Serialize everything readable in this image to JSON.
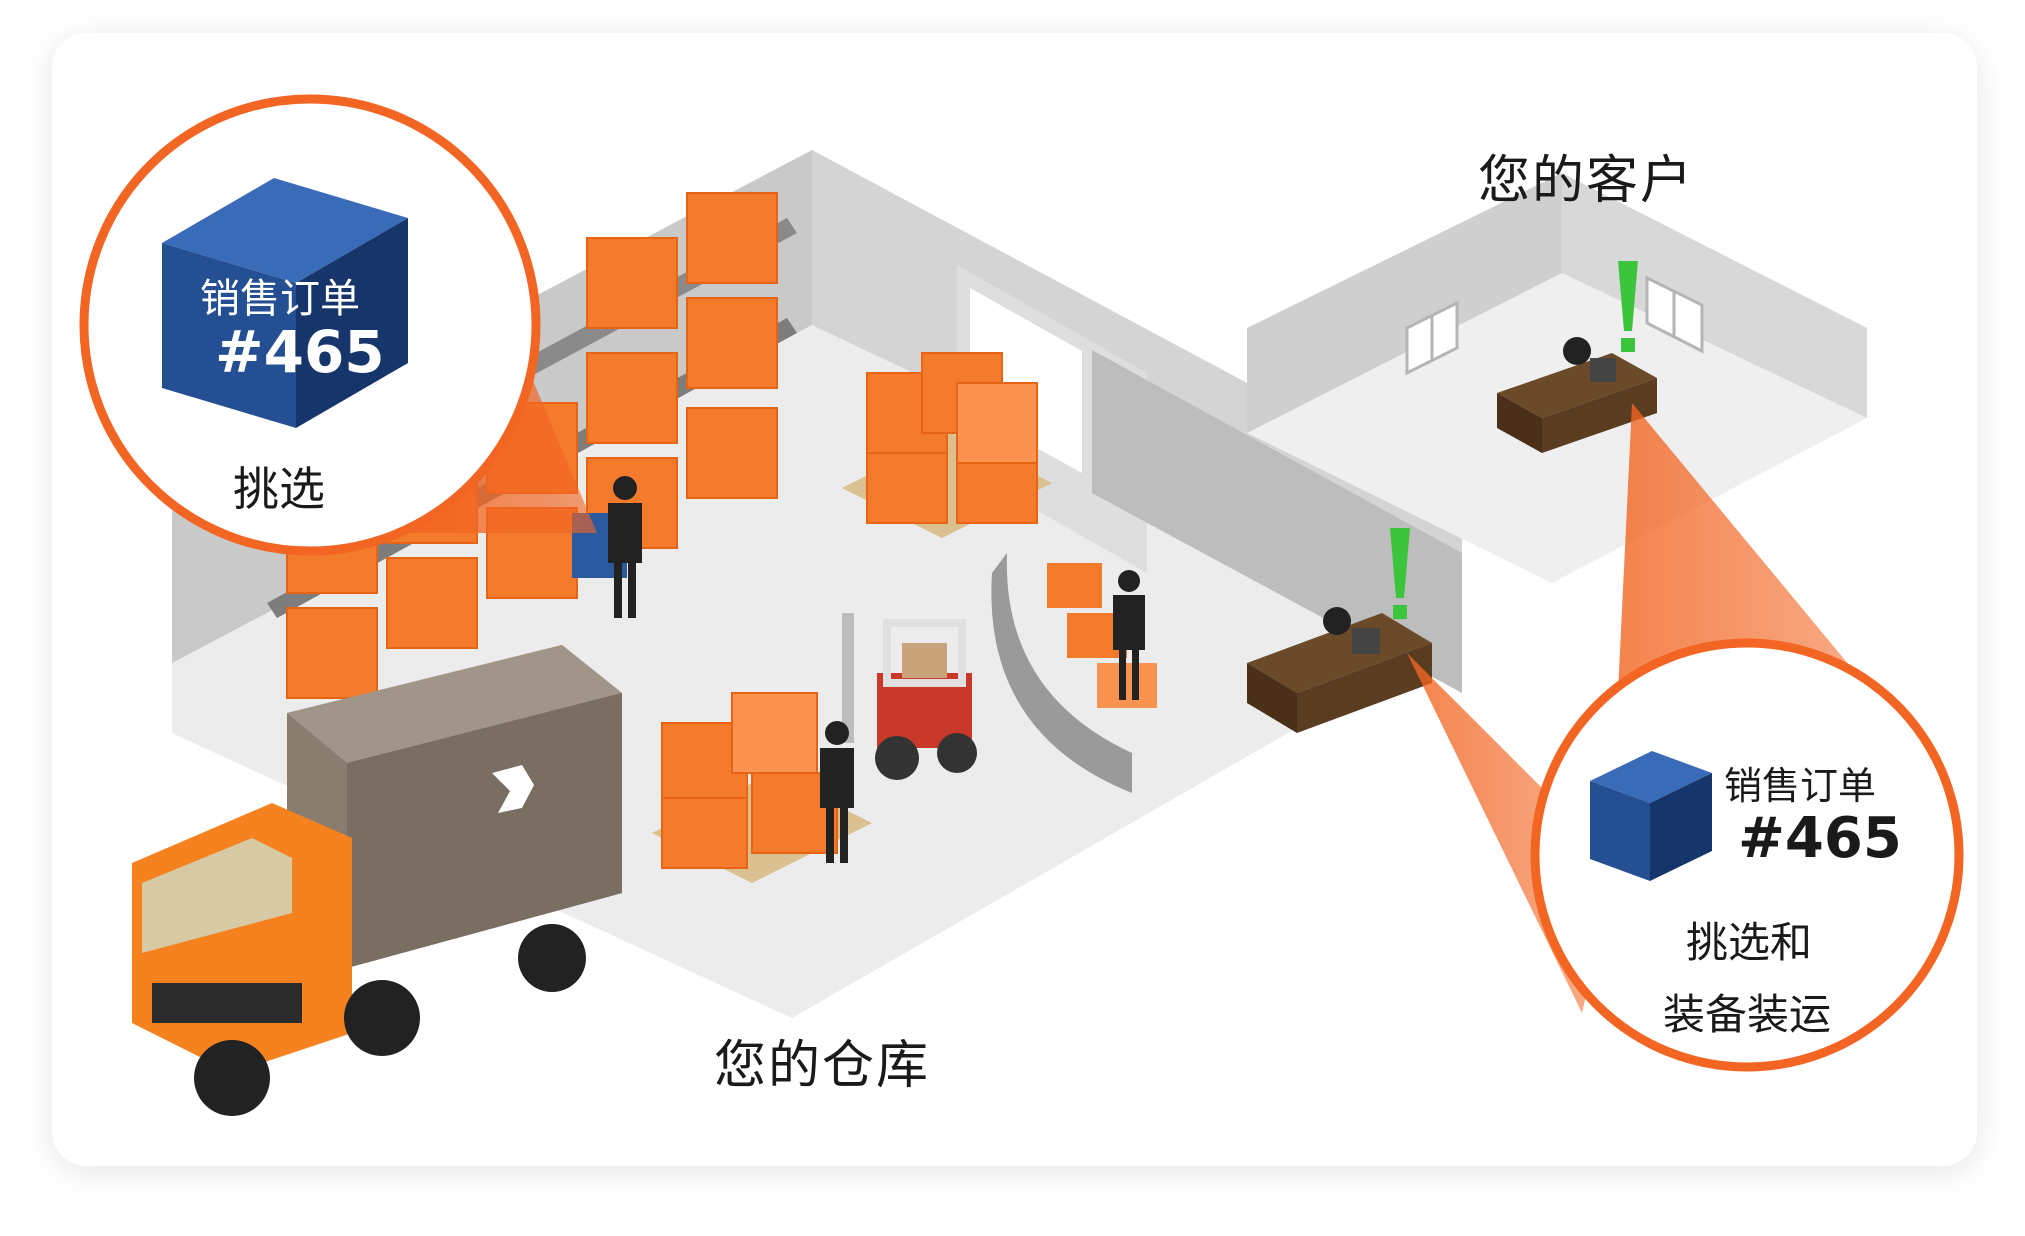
{
  "labels": {
    "warehouse": "您的仓库",
    "customer": "您的客户"
  },
  "callout_pick": {
    "title": "销售订单",
    "order_no": "#465",
    "action": "挑选"
  },
  "callout_ship": {
    "title": "销售订单",
    "order_no": "#465",
    "action_line1": "挑选和",
    "action_line2": "装备装运"
  },
  "colors": {
    "accent": "#f26522",
    "box_orange": "#f47a2c",
    "order_box": "#2c5aa0",
    "alert": "#3cc43c",
    "floor": "#ececec",
    "wall": "#c9c9c9"
  },
  "icons": {
    "alert": "exclamation-icon",
    "truck_logo": "logo-icon"
  }
}
